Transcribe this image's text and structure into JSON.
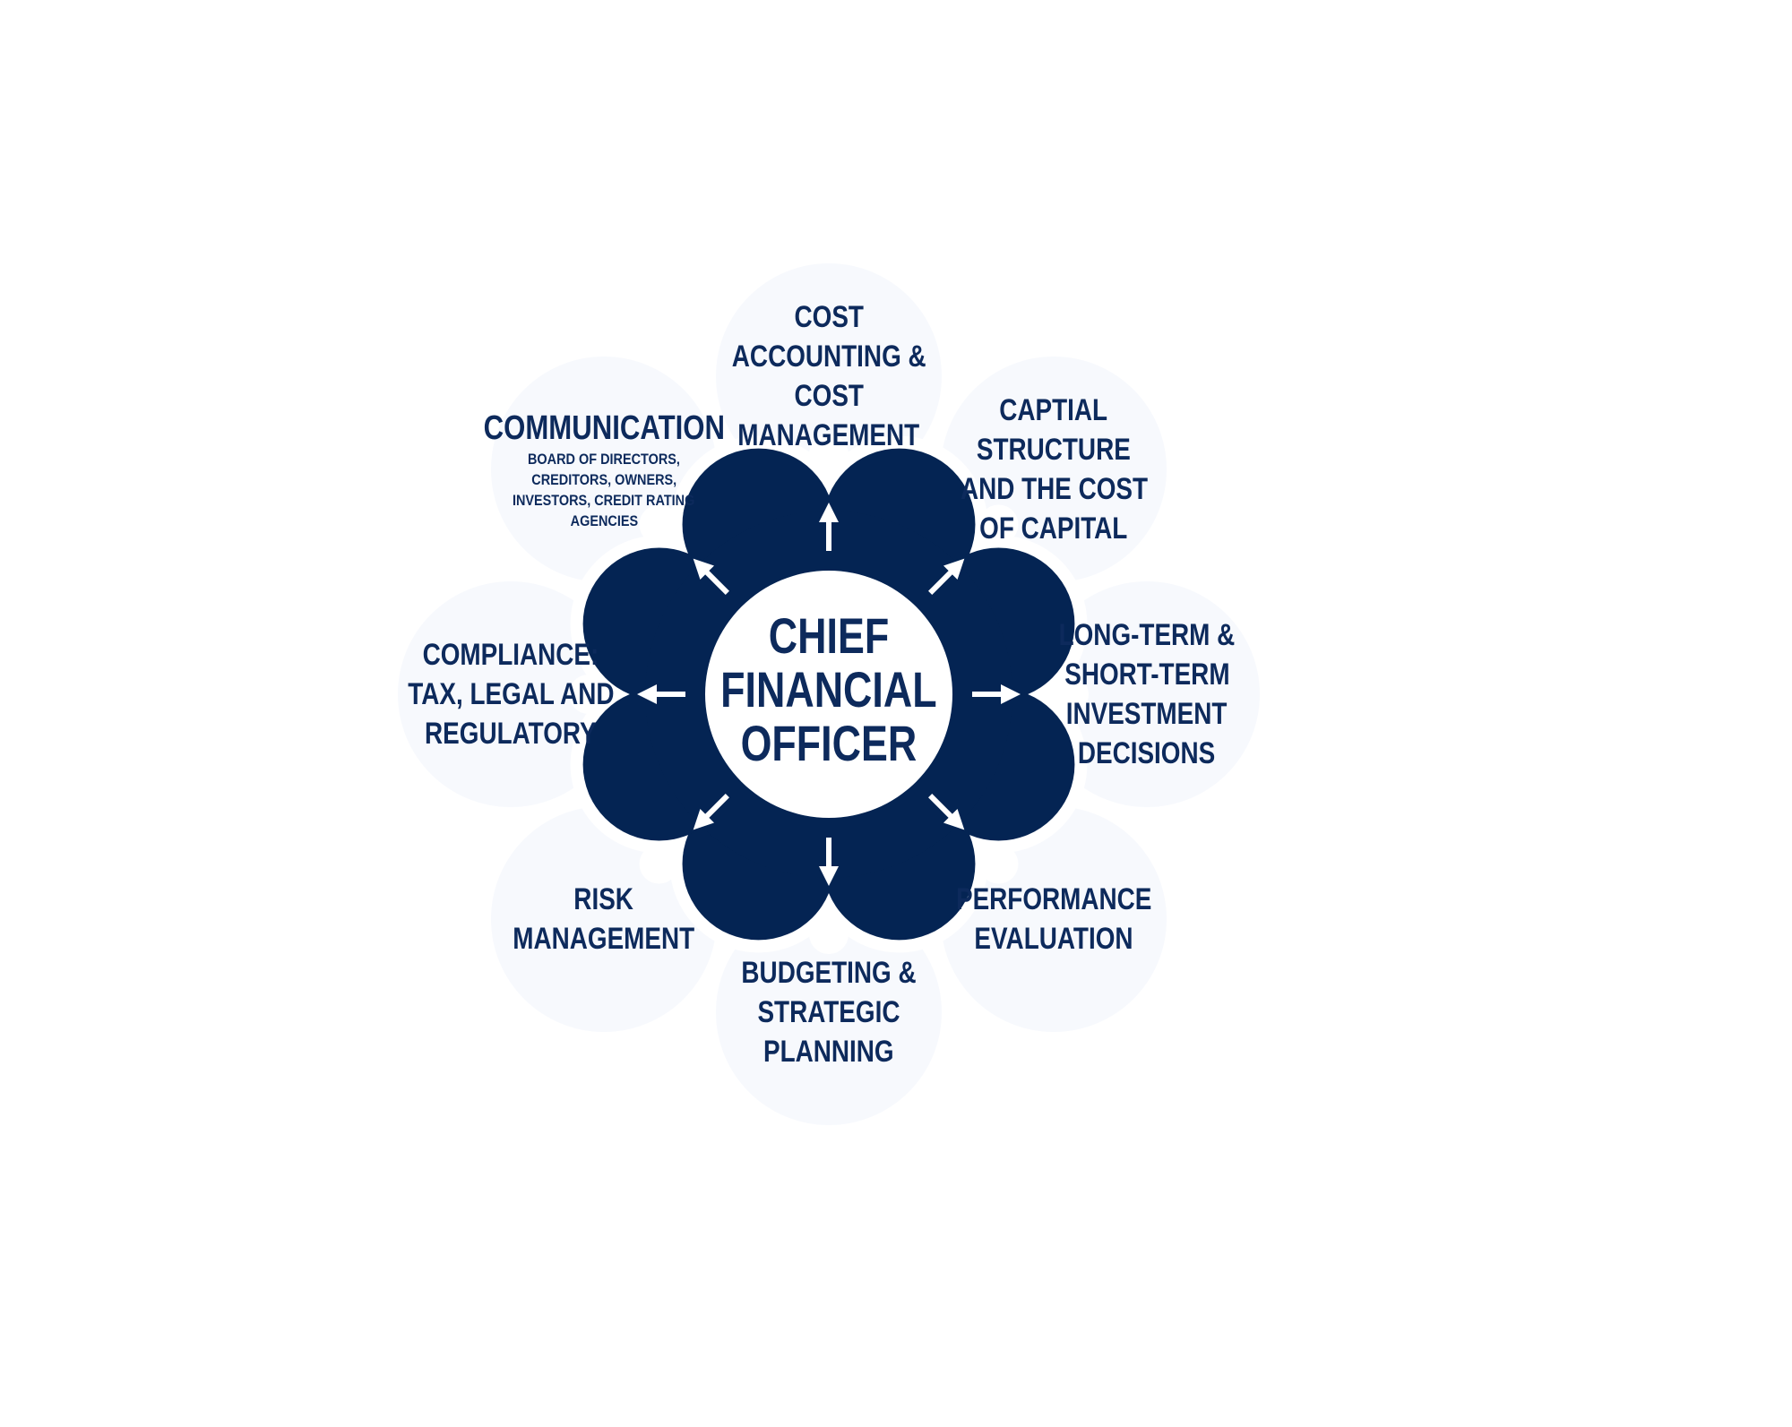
{
  "center": {
    "lines": [
      "CHIEF",
      "FINANCIAL",
      "OFFICER"
    ],
    "color": "#042453"
  },
  "colors": {
    "navy": "#042453",
    "sky_blue": "#24a9e3",
    "royal_blue": "#194fb8",
    "dark_blue": "#0a378b",
    "orange": "#f3952f",
    "inner_fill": "#f7f9fd",
    "text": "#0d2a5c"
  },
  "nodes": [
    {
      "id": "cost-accounting",
      "angle": 0,
      "color": "#24a9e3",
      "lines": [
        "COST",
        "ACCOUNTING &",
        "COST",
        "MANAGEMENT"
      ]
    },
    {
      "id": "capital-structure",
      "angle": 45,
      "color": "#0a378b",
      "lines": [
        "CAPTIAL",
        "STRUCTURE",
        "AND THE COST",
        "OF CAPITAL"
      ]
    },
    {
      "id": "investment-decisions",
      "angle": 90,
      "color": "#f3952f",
      "lines": [
        "LONG-TERM &",
        "SHORT-TERM",
        "INVESTMENT",
        "DECISIONS"
      ]
    },
    {
      "id": "performance-evaluation",
      "angle": 135,
      "color": "#194fb8",
      "lines": [
        "PERFORMANCE",
        "EVALUATION"
      ]
    },
    {
      "id": "budgeting",
      "angle": 180,
      "color": "#24a9e3",
      "lines": [
        "BUDGETING &",
        "STRATEGIC",
        "PLANNING"
      ]
    },
    {
      "id": "risk-management",
      "angle": 225,
      "color": "#0a378b",
      "lines": [
        "RISK",
        "MANAGEMENT"
      ]
    },
    {
      "id": "compliance",
      "angle": 270,
      "color": "#f3952f",
      "lines": [
        "COMPLIANCE:",
        "TAX, LEGAL AND",
        "REGULATORY"
      ]
    },
    {
      "id": "communication",
      "angle": 315,
      "color": "#194fb8",
      "title": "COMMUNICATION",
      "lines": [
        "BOARD OF DIRECTORS,",
        "CREDITORS, OWNERS,",
        "INVESTORS, CREDIT RATING",
        "AGENCIES"
      ]
    }
  ]
}
